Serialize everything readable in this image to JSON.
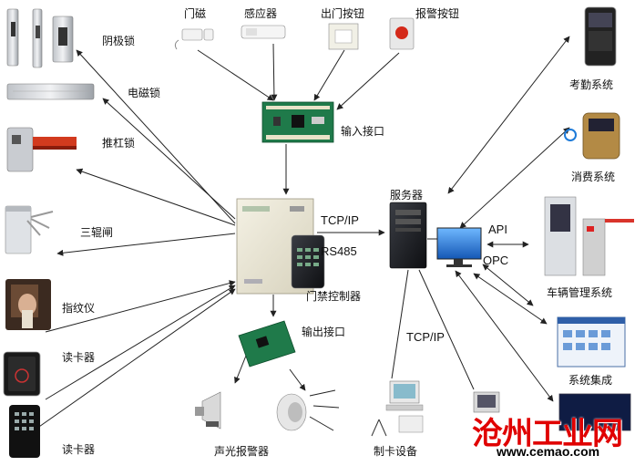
{
  "labels": {
    "strike_lock": "阴极锁",
    "magnetic_lock": "电磁锁",
    "push_bar_lock": "推杠锁",
    "tripod_turnstile": "三辊闸",
    "fingerprint_reader": "指纹仪",
    "card_reader_1": "读卡器",
    "card_reader_2": "读卡器",
    "door_sensor": "门磁",
    "motion_sensor": "感应器",
    "exit_button": "出门按钮",
    "alarm_button": "报警按钮",
    "input_interface": "输入接口",
    "door_controller": "门禁控制器",
    "output_interface": "输出接口",
    "sound_light_alarm": "声光报警器",
    "server": "服务器",
    "card_issuing": "制卡设备",
    "attendance": "考勤系统",
    "consumption": "消费系统",
    "vehicle_mgmt": "车辆管理系统",
    "system_integration": "系统集成"
  },
  "protocols": {
    "tcpip_1": "TCP/IP",
    "rs485": "RS485",
    "tcpip_2": "TCP/IP",
    "api": "API",
    "opc": "OPC"
  },
  "watermark": {
    "name": "沧州工业网",
    "url": "www.cemao.com"
  },
  "colors": {
    "line": "#222222",
    "watermark_red": "#e00000"
  }
}
